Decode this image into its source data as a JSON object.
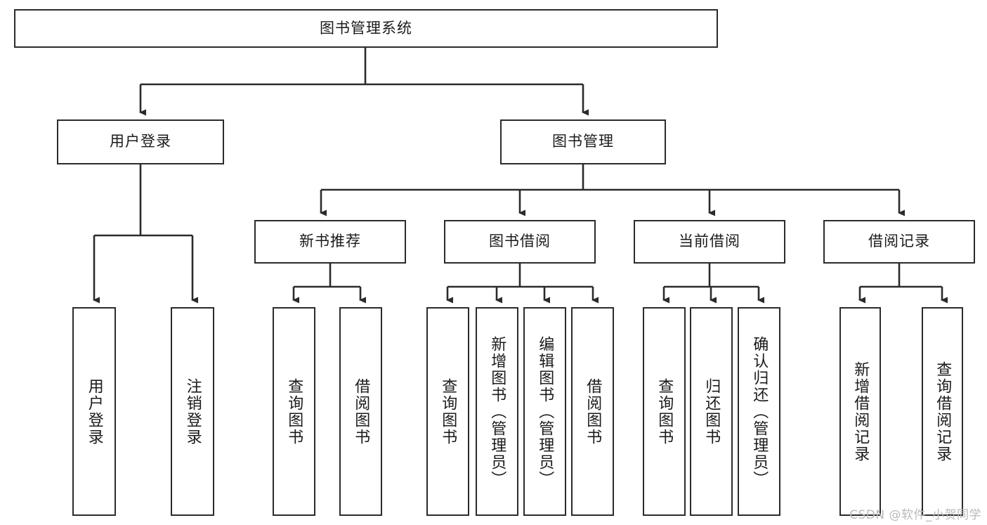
{
  "diagram": {
    "title_node": {
      "label": "图书管理系统"
    },
    "level2": [
      {
        "label": "用户登录"
      },
      {
        "label": "图书管理"
      }
    ],
    "level3": [
      {
        "label": "新书推荐"
      },
      {
        "label": "图书借阅"
      },
      {
        "label": "当前借阅"
      },
      {
        "label": "借阅记录"
      }
    ],
    "leaves": {
      "user_login": [
        {
          "label": "用户登录"
        },
        {
          "label": "注销登录"
        }
      ],
      "new_book_recommend": [
        {
          "label": "查询图书"
        },
        {
          "label": "借阅图书"
        }
      ],
      "book_borrow": [
        {
          "label": "查询图书"
        },
        {
          "label": "新增图书（管理员）"
        },
        {
          "label": "编辑图书（管理员）"
        },
        {
          "label": "借阅图书"
        }
      ],
      "current_borrow": [
        {
          "label": "查询图书"
        },
        {
          "label": "归还图书"
        },
        {
          "label": "确认归还（管理员）"
        }
      ],
      "borrow_record": [
        {
          "label": "新增借阅记录"
        },
        {
          "label": "查询借阅记录"
        }
      ]
    },
    "watermark": "CSDN @软件_小贺同学",
    "colors": {
      "stroke": "#2b2b2b",
      "background": "#ffffff",
      "text": "#1b1b1b",
      "watermark": "#b9b9b9"
    }
  }
}
